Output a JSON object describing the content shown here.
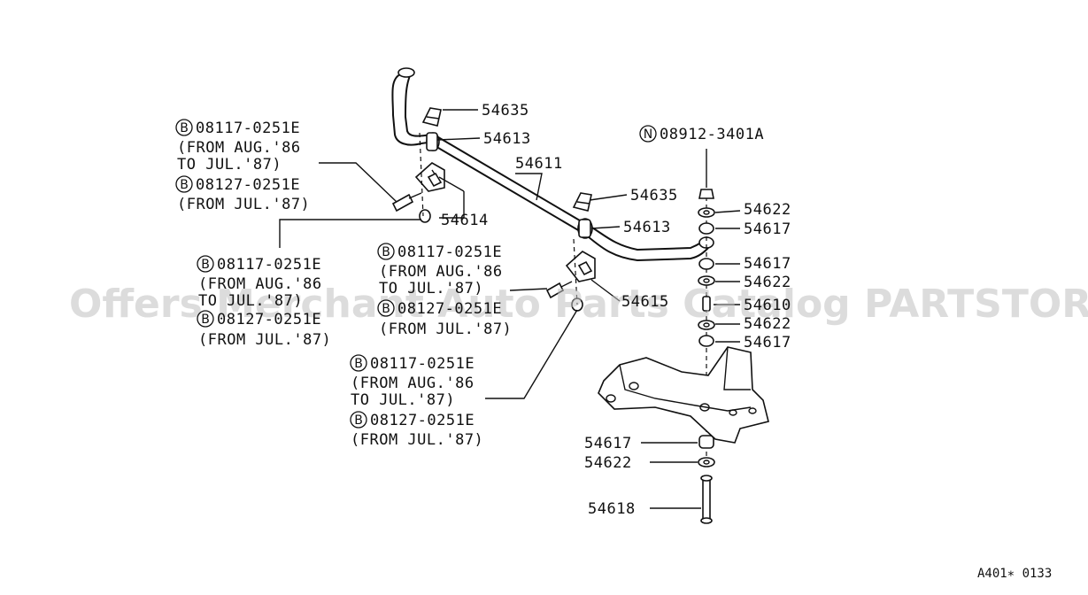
{
  "watermark": "Offers Merchant Auto Parts Catalog PARTSTORE.SA",
  "footer_ref": "A401∗ 0133",
  "callouts": {
    "p54635_top": "54635",
    "p54613_top": "54613",
    "p54611": "54611",
    "p54635_mid": "54635",
    "p54613_mid": "54613",
    "p54614": "54614",
    "p54615": "54615",
    "p54622_a": "54622",
    "p54617_a": "54617",
    "p54617_b": "54617",
    "p54622_b": "54622",
    "p54610": "54610",
    "p54622_c": "54622",
    "p54617_c": "54617",
    "p54617_d": "54617",
    "p54622_d": "54622",
    "p54618": "54618"
  },
  "nut_note": {
    "badge": "N",
    "code": "08912-3401A"
  },
  "bolt_groups": [
    {
      "b1_badge": "B",
      "b1_code": "08117-0251E",
      "l1": "(FROM AUG.'86",
      "l2": "TO JUL.'87)",
      "b2_badge": "B",
      "b2_code": "08127-0251E",
      "l3": "(FROM JUL.'87)"
    },
    {
      "b1_badge": "B",
      "b1_code": "08117-0251E",
      "l1": "(FROM AUG.'86",
      "l2": "TO JUL.'87)",
      "b2_badge": "B",
      "b2_code": "08127-0251E",
      "l3": "(FROM JUL.'87)"
    },
    {
      "b1_badge": "B",
      "b1_code": "08117-0251E",
      "l1": "(FROM AUG.'86",
      "l2": "TO JUL.'87)",
      "b2_badge": "B",
      "b2_code": "08127-0251E",
      "l3": "(FROM JUL.'87)"
    },
    {
      "b1_badge": "B",
      "b1_code": "08117-0251E",
      "l1": "(FROM AUG.'86",
      "l2": "TO JUL.'87)",
      "b2_badge": "B",
      "b2_code": "08127-0251E",
      "l3": "(FROM JUL.'87)"
    }
  ]
}
